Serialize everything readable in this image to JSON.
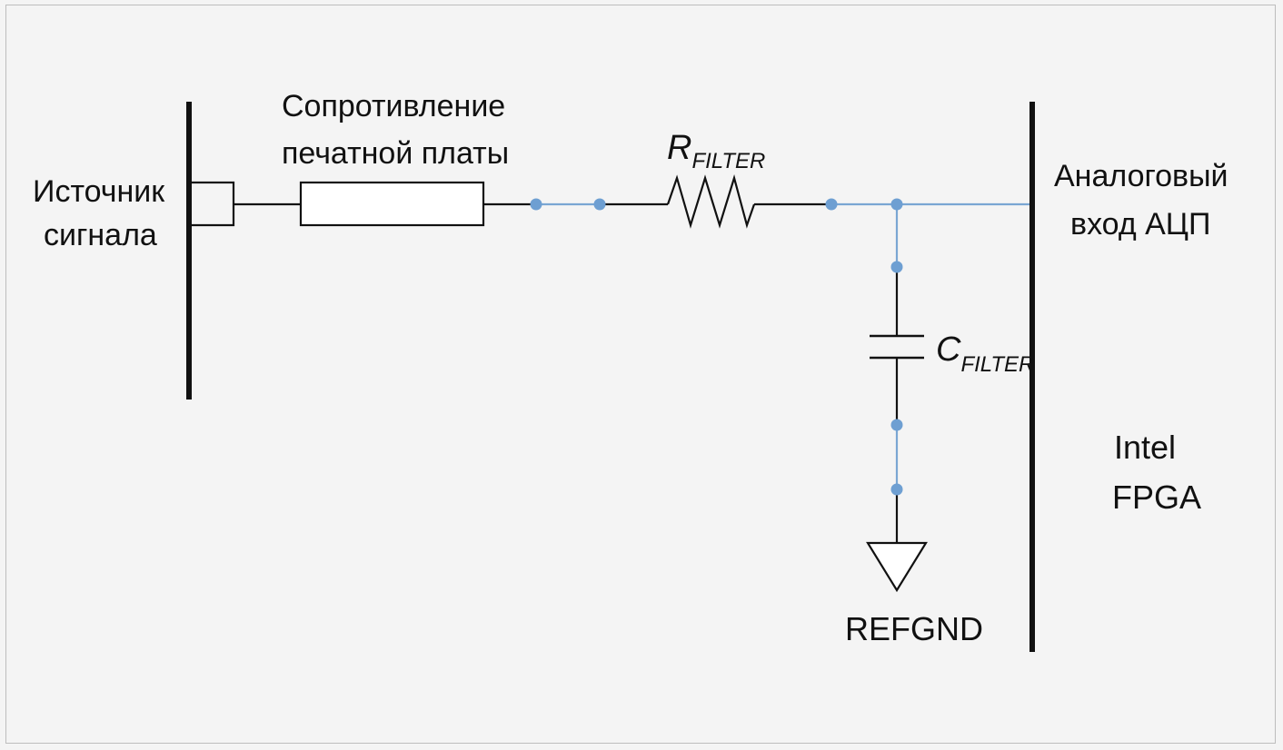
{
  "labels": {
    "source_line1": "Источник",
    "source_line2": "сигнала",
    "pcb_line1": "Сопротивление",
    "pcb_line2": "печатной платы",
    "r_main": "R",
    "r_sub": "FILTER",
    "c_main": "C",
    "c_sub": "FILTER",
    "refgnd": "REFGND",
    "adc_line1": "Аналоговый",
    "adc_line2": "вход АЦП",
    "fpga_line1": "Intel",
    "fpga_line2": "FPGA"
  },
  "colors": {
    "wire_black": "#111111",
    "wire_blue": "#7aa6d3",
    "node_dot": "#6e9fd2",
    "background": "#f4f4f4"
  }
}
